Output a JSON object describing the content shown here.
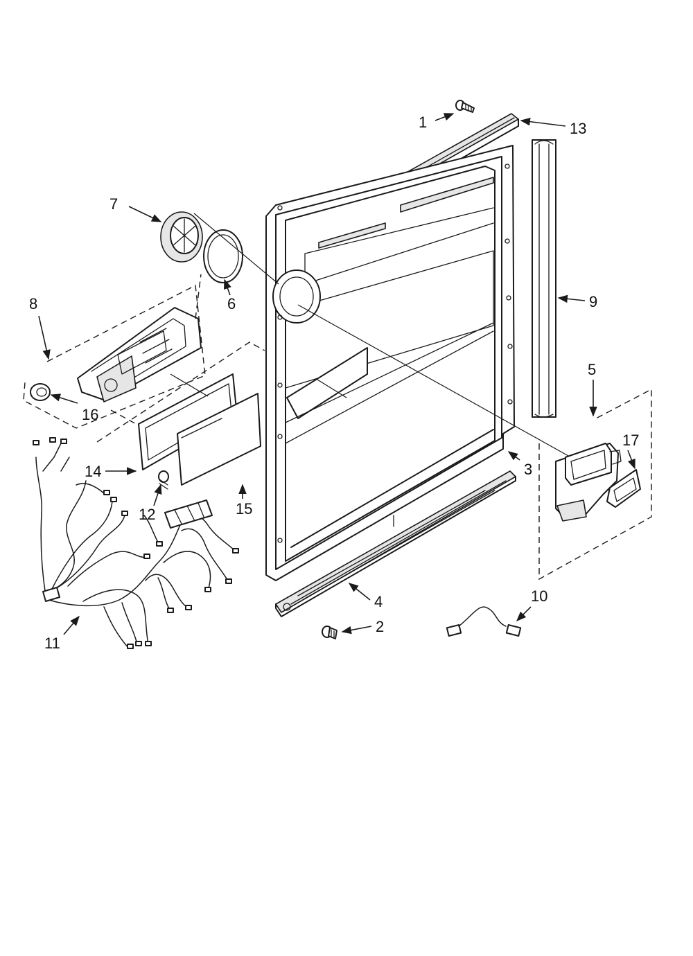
{
  "diagram": {
    "labels": {
      "p1": "1",
      "p2": "2",
      "p3": "3",
      "p4": "4",
      "p5": "5",
      "p6": "6",
      "p7": "7",
      "p8": "8",
      "p9": "9",
      "p10": "10",
      "p11": "11",
      "p12": "12",
      "p13": "13",
      "p14": "14",
      "p15": "15",
      "p16": "16",
      "p17": "17"
    }
  }
}
